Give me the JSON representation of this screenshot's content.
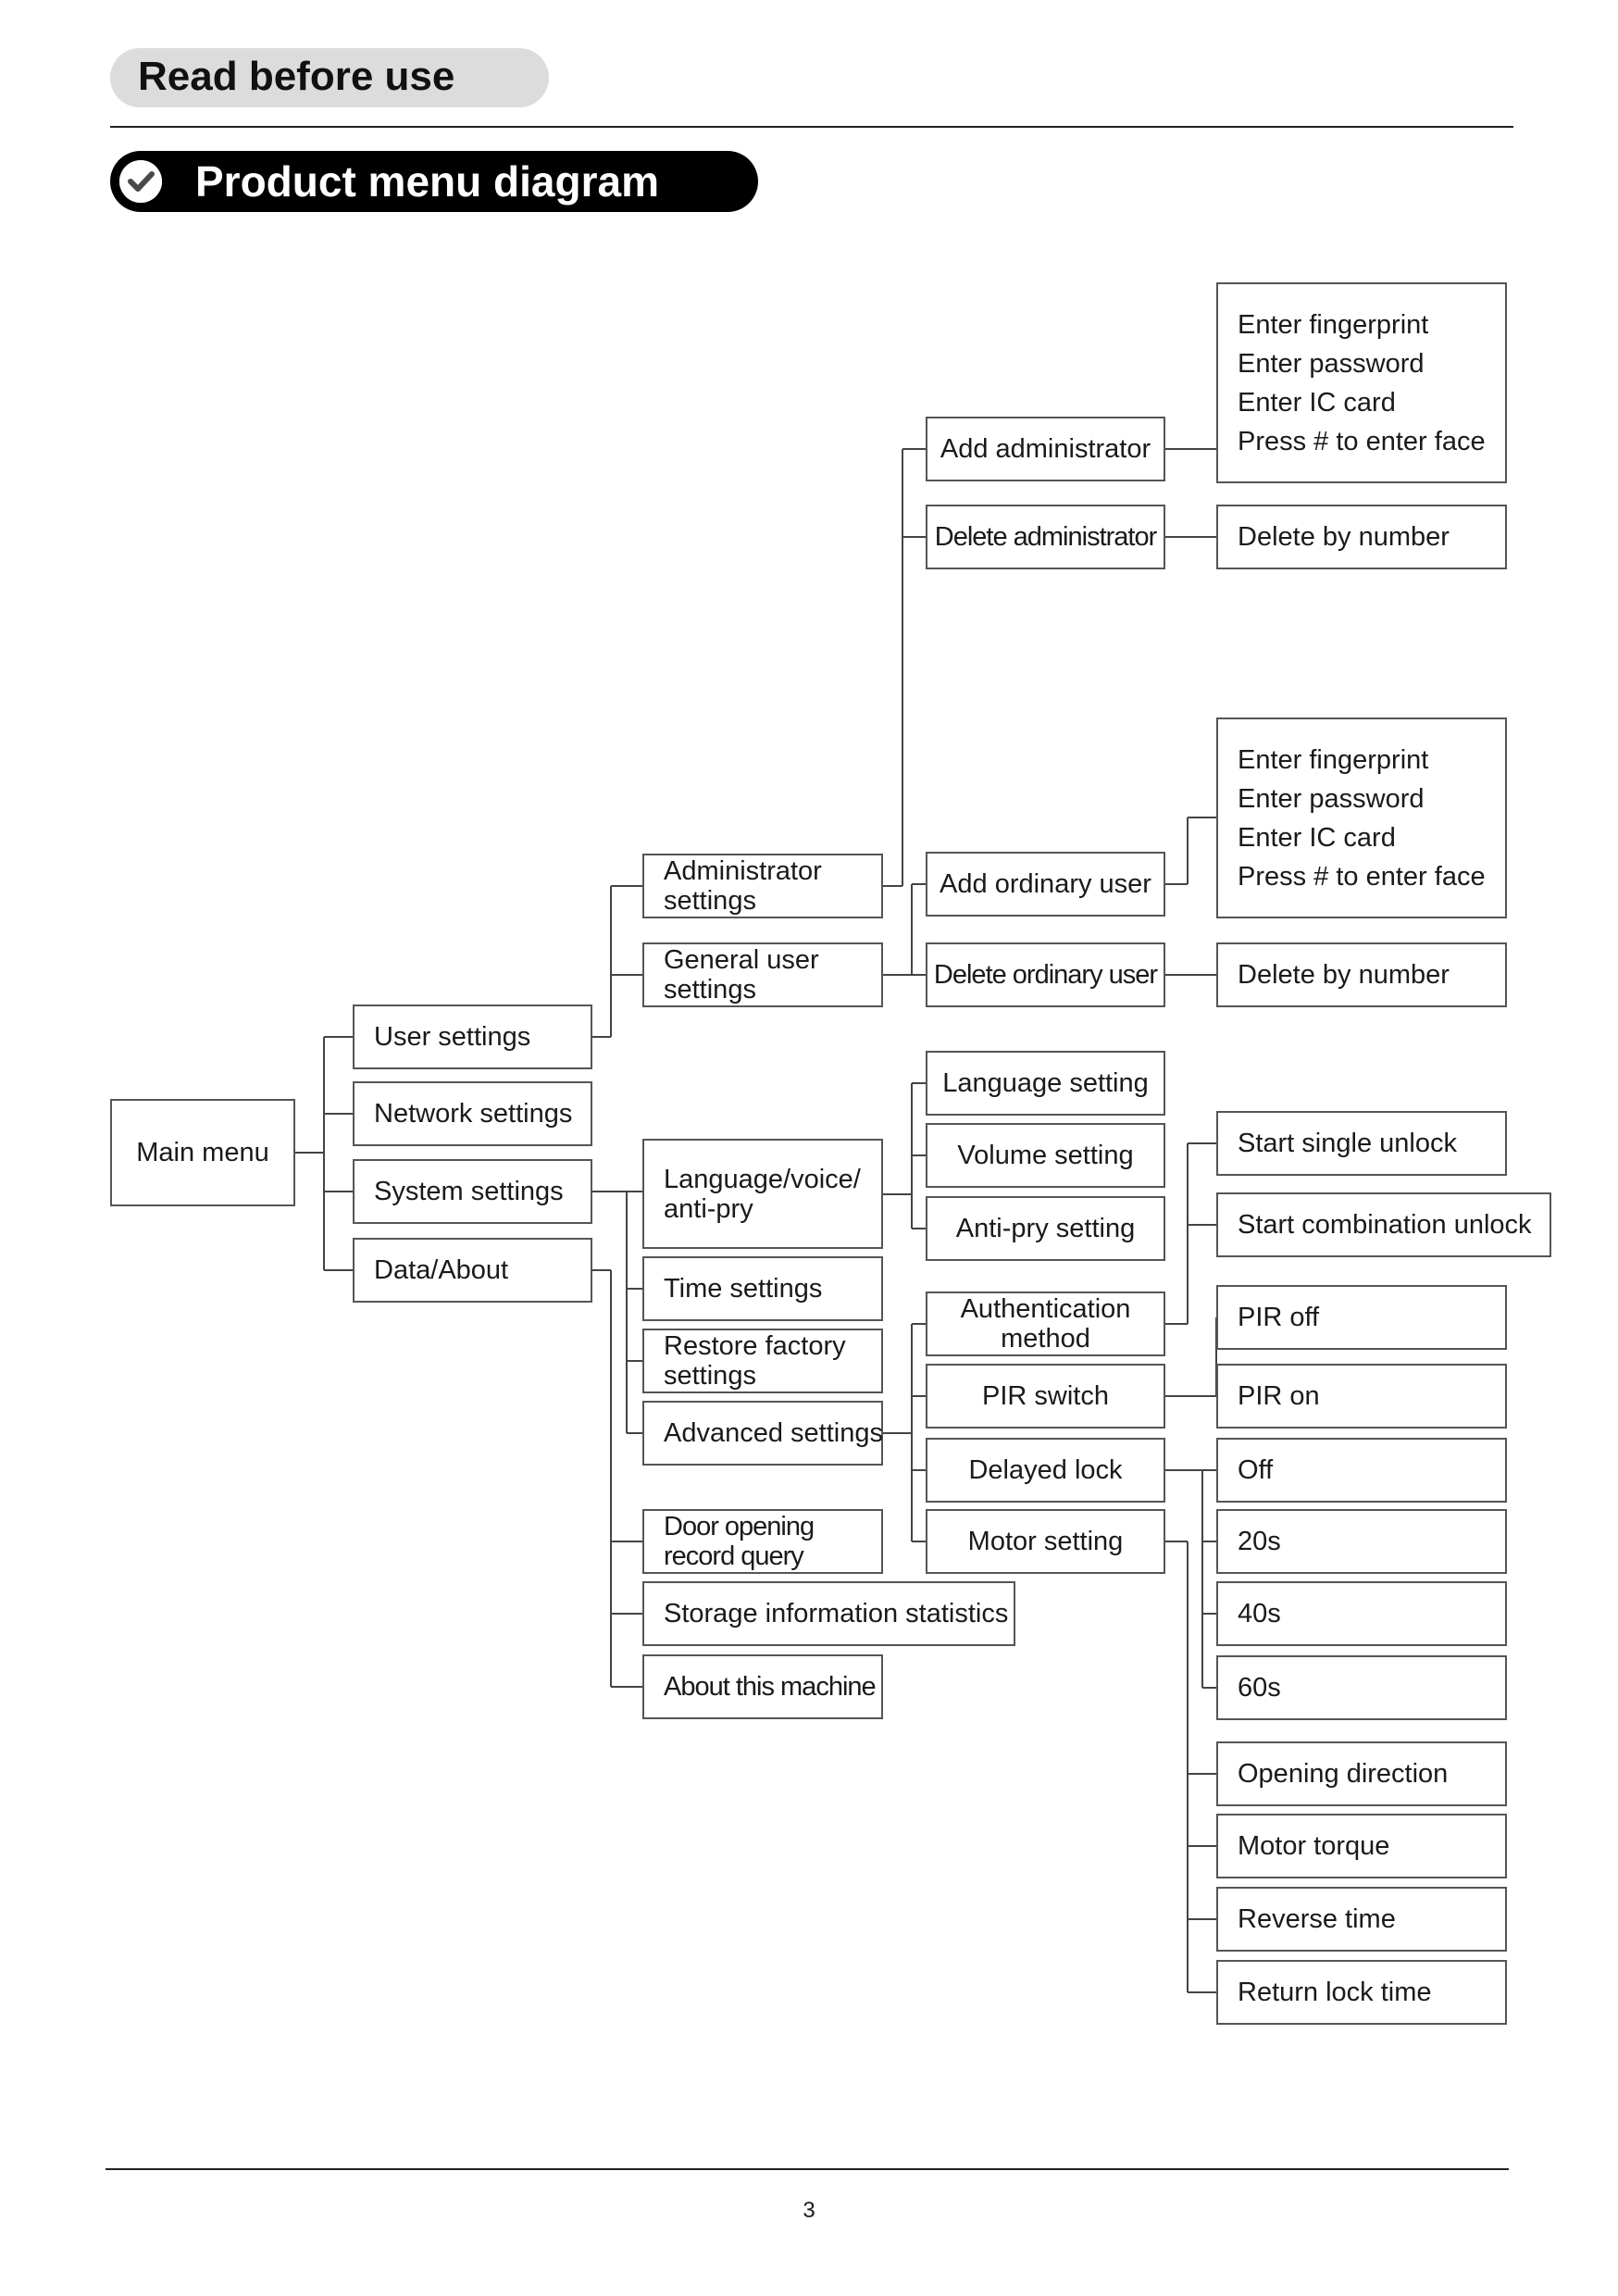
{
  "header": {
    "section_label": "Read before use",
    "title": "Product menu diagram",
    "title_icon": "check-circle-icon"
  },
  "diagram": {
    "main_menu": "Main menu",
    "level1": [
      "User settings",
      "Network settings",
      "System settings",
      "Data/About"
    ],
    "user_settings": {
      "administrator_settings": "Administrator settings",
      "general_user_settings": "General user settings",
      "add_administrator": "Add administrator",
      "delete_administrator": "Delete administrator",
      "add_ordinary_user": "Add ordinary user",
      "delete_ordinary_user": "Delete ordinary user",
      "enroll_options": [
        "Enter fingerprint",
        "Enter password",
        "Enter IC card",
        "Press # to enter face"
      ],
      "delete_by_number": "Delete by number"
    },
    "system_settings": {
      "language_voice_antipry": "Language/voice/ anti-pry",
      "time_settings": "Time settings",
      "restore_factory_settings": "Restore factory settings",
      "advanced_settings": "Advanced settings",
      "language_setting": "Language setting",
      "volume_setting": "Volume setting",
      "antipry_setting": "Anti-pry setting",
      "authentication_method": "Authentication method",
      "pir_switch": "PIR switch",
      "delayed_lock": "Delayed lock",
      "motor_setting": "Motor setting",
      "start_single_unlock": "Start single unlock",
      "start_combination_unlock": "Start combination unlock",
      "pir_off": "PIR off",
      "pir_on": "PIR on",
      "delay_options": [
        "Off",
        "20s",
        "40s",
        "60s"
      ],
      "motor_options": [
        "Opening direction",
        "Motor torque",
        "Reverse time",
        "Return lock time"
      ]
    },
    "data_about": {
      "door_opening_record_query": "Door opening record query",
      "storage_information_statistics": "Storage information statistics",
      "about_this_machine": "About this machine"
    }
  },
  "footer": {
    "page_number": "3"
  }
}
